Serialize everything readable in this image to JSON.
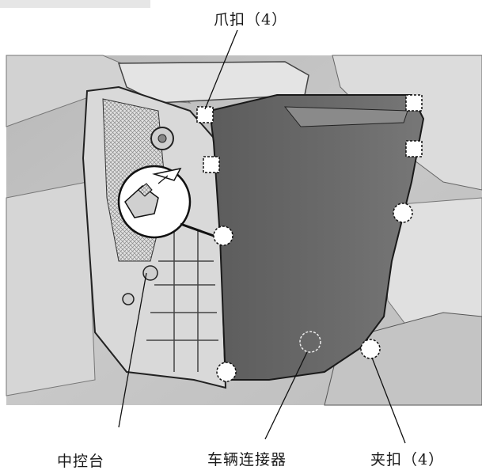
{
  "labels": {
    "claw_clip": "爪扣（4）",
    "center_console": "中控台",
    "vehicle_connector": "车辆连接器",
    "clip": "夹扣（4）"
  },
  "colors": {
    "photo_background": "#bdbdbd",
    "panel": "#676767",
    "console_frame": "#d9d9d9",
    "callout_line": "#111111"
  },
  "icons": [
    "claw-clip-marker",
    "clip-marker",
    "connector-marker",
    "tool-detail-callout"
  ]
}
